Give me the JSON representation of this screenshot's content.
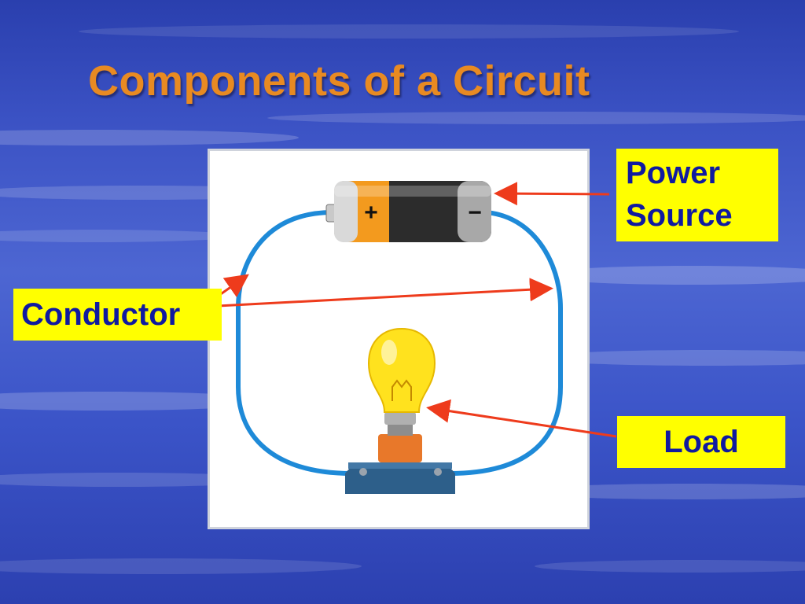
{
  "slide": {
    "title": "Components of a Circuit"
  },
  "labels": {
    "power_source_line1": "Power",
    "power_source_line2": "Source",
    "conductor": "Conductor",
    "load": "Load"
  },
  "battery": {
    "positive_symbol": "+",
    "negative_symbol": "−"
  },
  "colors": {
    "title": "#e88a22",
    "label_bg": "#ffff00",
    "label_text": "#101aa0",
    "arrow": "#ee3b1c",
    "wire": "#1e8ad8"
  },
  "icons": [
    "battery-icon",
    "light-bulb-icon",
    "wire-loop"
  ]
}
